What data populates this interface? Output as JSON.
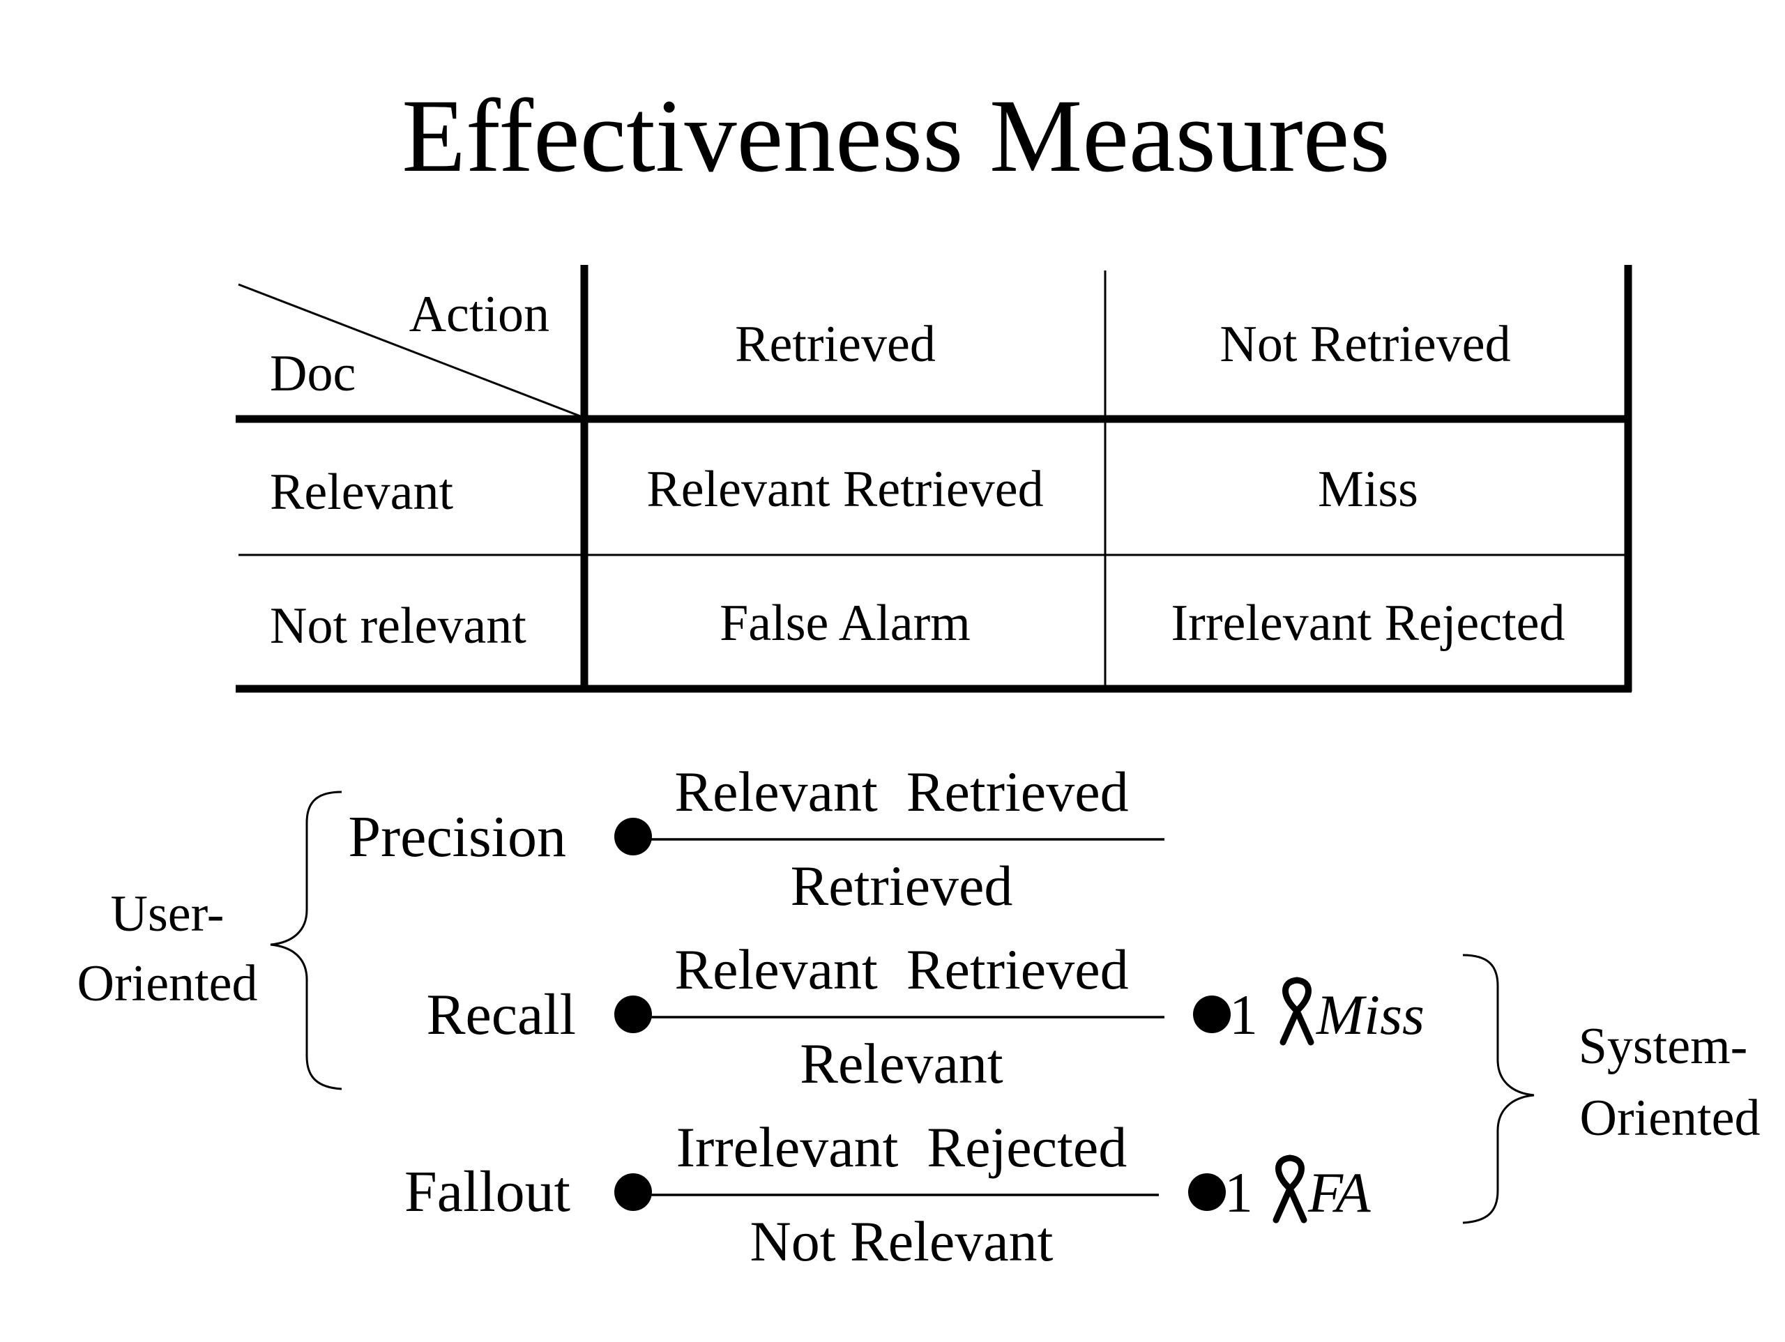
{
  "title": "Effectiveness Measures",
  "table": {
    "corner": {
      "action": "Action",
      "doc": "Doc"
    },
    "columns": [
      "Retrieved",
      "Not Retrieved"
    ],
    "rows": [
      {
        "label": "Relevant",
        "cells": [
          "Relevant Retrieved",
          "Miss"
        ]
      },
      {
        "label": "Not relevant",
        "cells": [
          "False Alarm",
          "Irrelevant Rejected"
        ]
      }
    ]
  },
  "measures": [
    {
      "name": "Precision",
      "numerator": "Relevant  Retrieved",
      "denominator": "Retrieved",
      "alt_prefix": "",
      "alt_term": ""
    },
    {
      "name": "Recall",
      "numerator": "Relevant  Retrieved",
      "denominator": "Relevant",
      "alt_prefix": "1",
      "alt_term": "Miss"
    },
    {
      "name": "Fallout",
      "numerator": "Irrelevant  Rejected",
      "denominator": "Not Relevant",
      "alt_prefix": "1",
      "alt_term": "FA"
    }
  ],
  "groups": {
    "user": [
      "User-",
      "Oriented"
    ],
    "system": [
      "System-",
      "Oriented"
    ]
  }
}
